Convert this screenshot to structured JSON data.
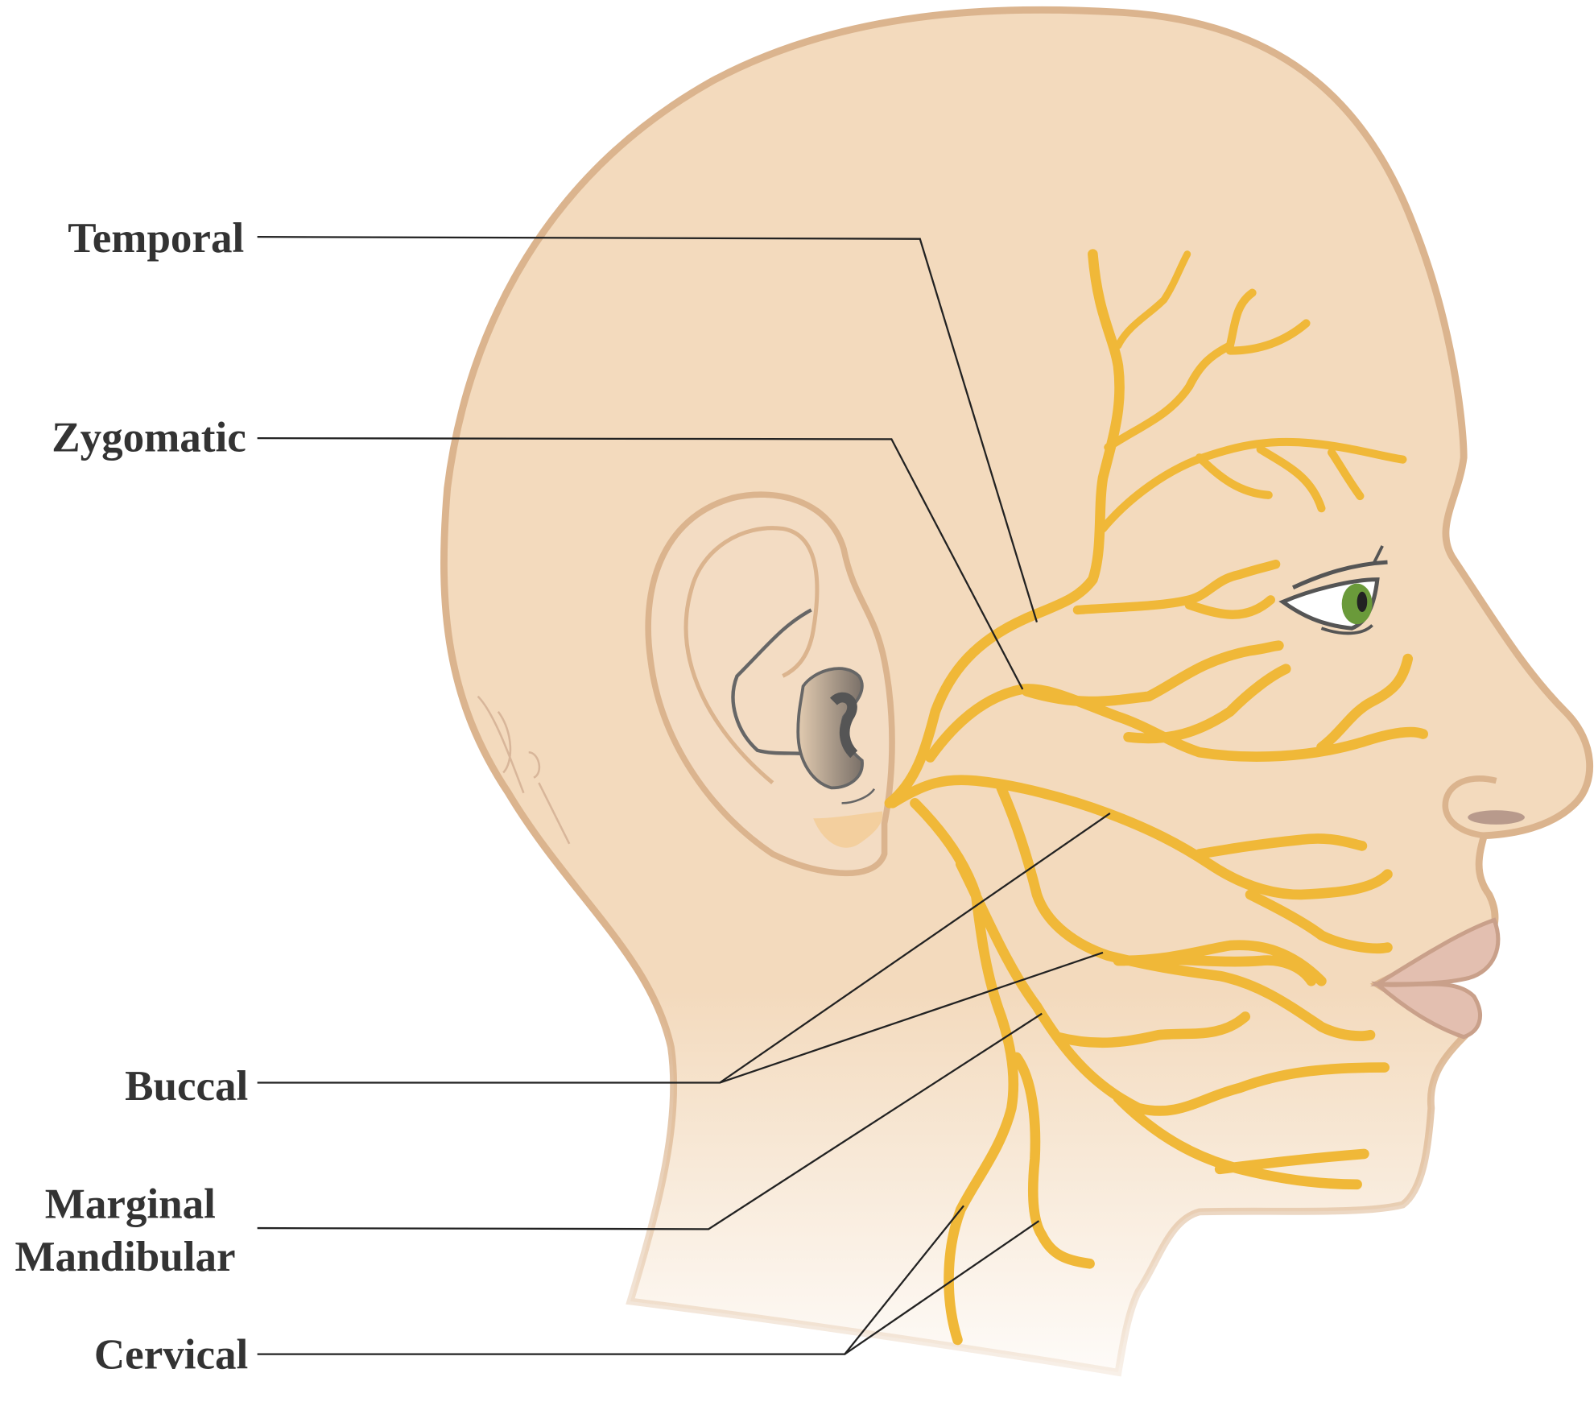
{
  "diagram": {
    "labels": {
      "temporal": "Temporal",
      "zygomatic": "Zygomatic",
      "buccal": "Buccal",
      "marginal_mandibular_line1": "Marginal",
      "marginal_mandibular_line2": "Mandibular",
      "cervical": "Cervical"
    },
    "colors": {
      "skin": "#f3dabd",
      "outline": "#dbb48e",
      "nerve": "#f0b838",
      "eye_iris": "#6a9a3a",
      "lips": "#e3bfb0",
      "text": "#333333"
    }
  }
}
